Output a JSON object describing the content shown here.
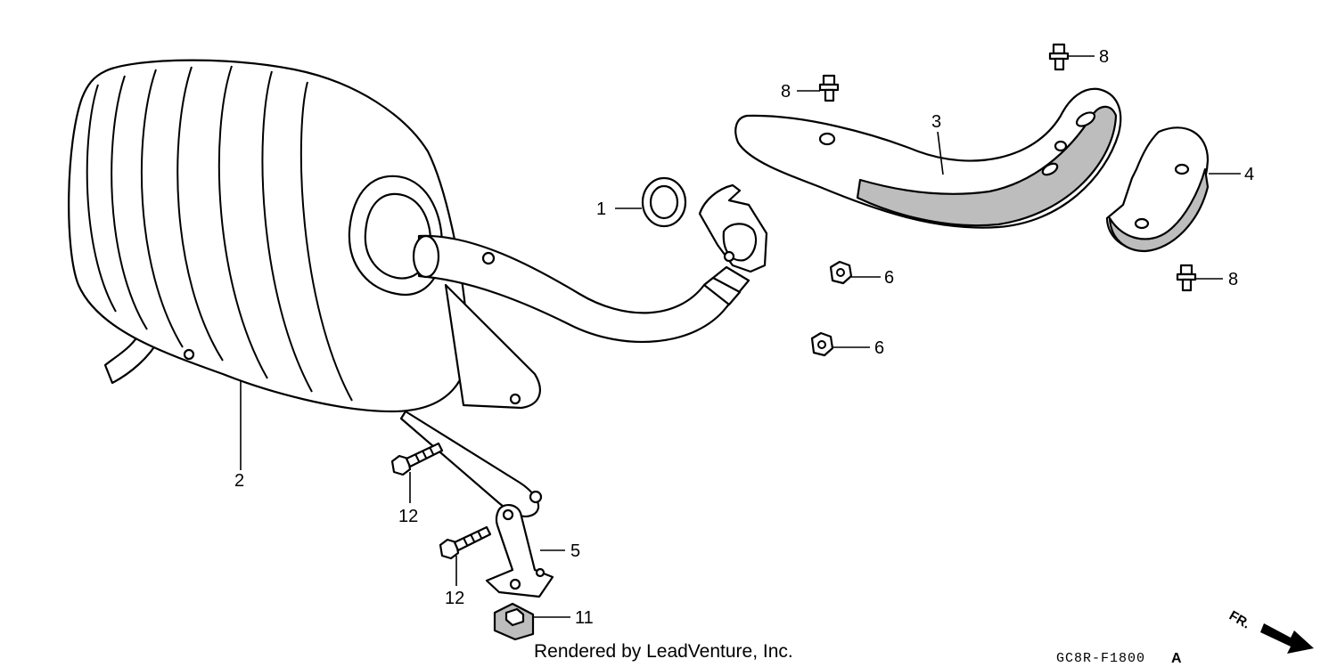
{
  "diagram": {
    "callouts": {
      "c1": "1",
      "c2": "2",
      "c3": "3",
      "c4": "4",
      "c5": "5",
      "c6a": "6",
      "c6b": "6",
      "c8a": "8",
      "c8b": "8",
      "c8c": "8",
      "c11": "11",
      "c12a": "12",
      "c12b": "12"
    },
    "credit": "Rendered by LeadVenture, Inc.",
    "drawing_code": "GC8R-F1800",
    "revision": "A",
    "direction_label": "FR."
  }
}
